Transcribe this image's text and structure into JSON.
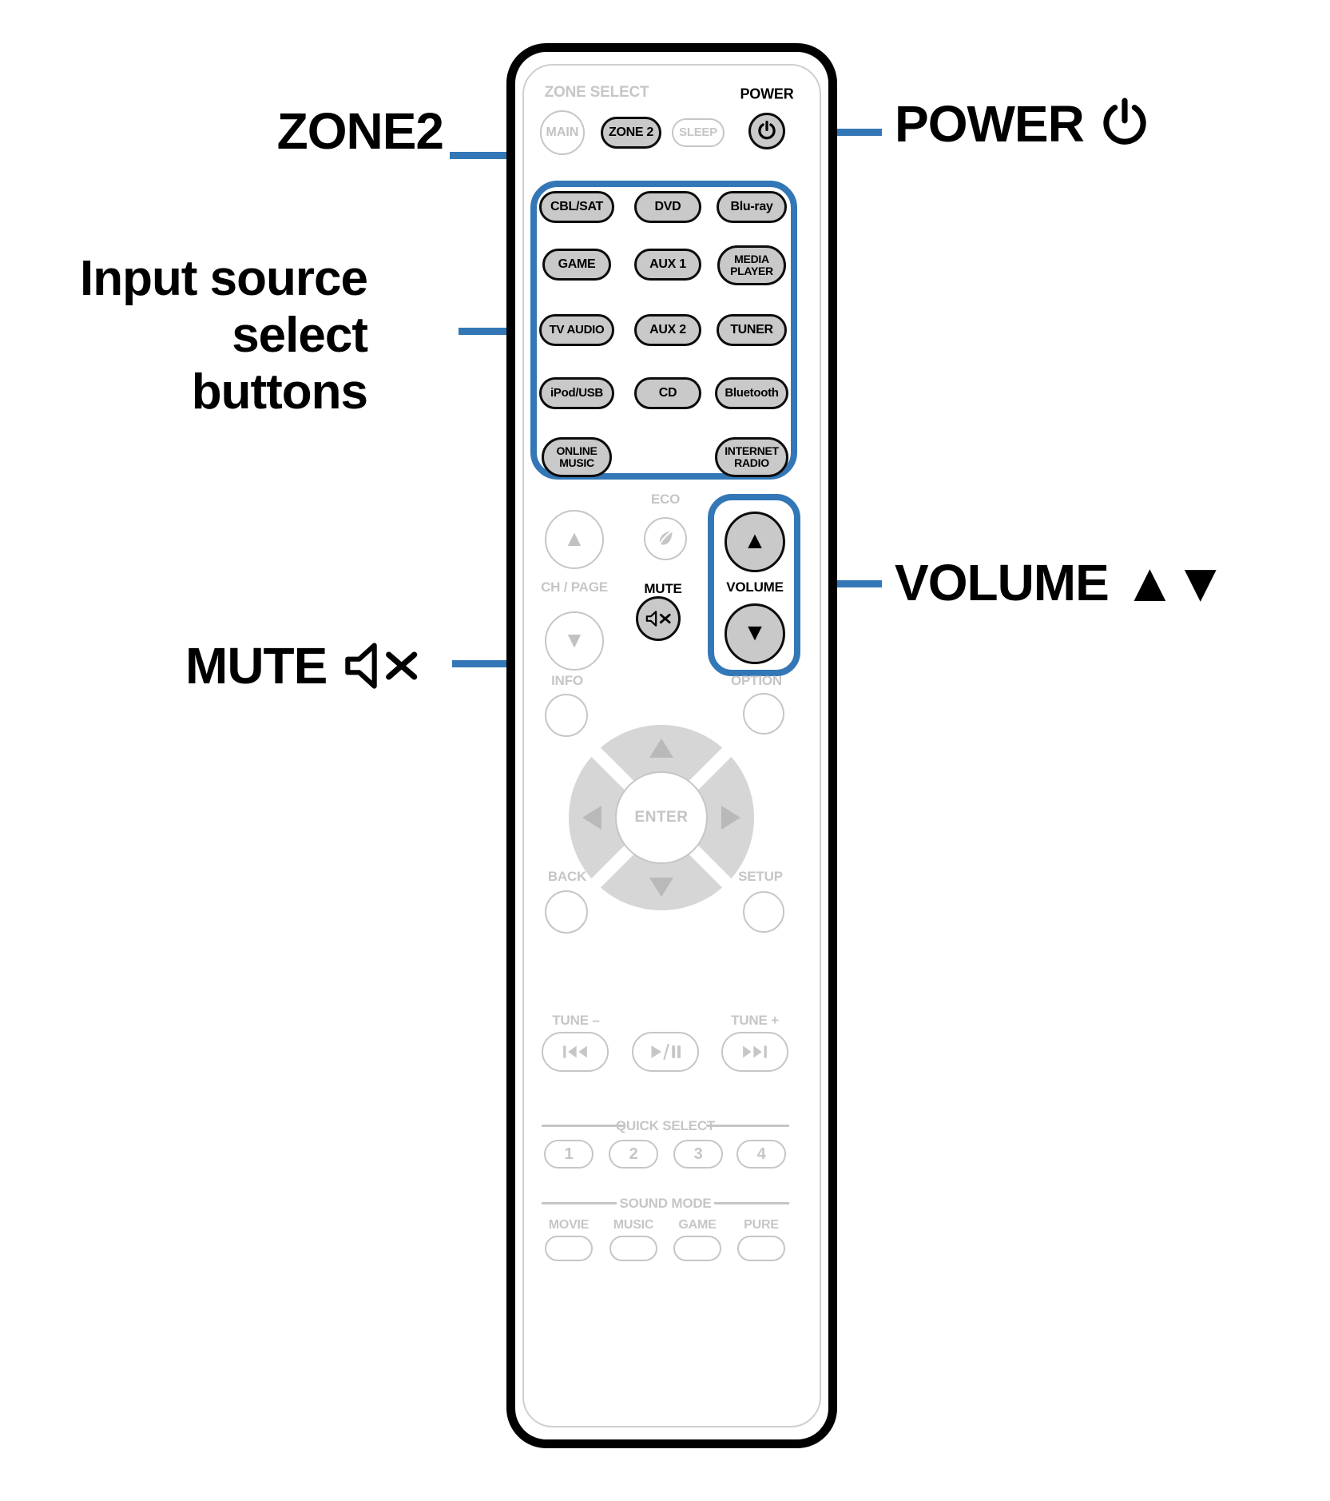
{
  "colors": {
    "accent": "#3377b6",
    "button_fill": "#c9c9c9",
    "button_outline": "#0c0c0c",
    "disabled": "#c6c6c6",
    "dpad_fill": "#d6d6d6",
    "dpad_arrow": "#b9b9b9"
  },
  "glyphs": {
    "up": "▲",
    "down": "▼",
    "volume_arrows": "▲▼"
  },
  "callouts": {
    "zone2": "ZONE2",
    "power": "POWER",
    "input_source": {
      "line1": "Input source",
      "line2": "select",
      "line3": "buttons"
    },
    "mute": "MUTE",
    "volume": "VOLUME"
  },
  "remote": {
    "zone_select": {
      "title": "ZONE SELECT",
      "main": "MAIN",
      "zone2": "ZONE 2",
      "sleep": "SLEEP"
    },
    "power_label": "POWER",
    "sources": {
      "cbl_sat": "CBL/SAT",
      "dvd": "DVD",
      "blu_ray": "Blu-ray",
      "game": "GAME",
      "aux1": "AUX 1",
      "media_player": "MEDIA\nPLAYER",
      "tv_audio": "TV AUDIO",
      "aux2": "AUX 2",
      "tuner": "TUNER",
      "ipod_usb": "iPod/USB",
      "cd": "CD",
      "bluetooth": "Bluetooth",
      "online_music": "ONLINE\nMUSIC",
      "internet_radio": "INTERNET\nRADIO"
    },
    "eco": "ECO",
    "ch_page": "CH / PAGE",
    "mute": "MUTE",
    "volume": "VOLUME",
    "info": "INFO",
    "option": "OPTION",
    "enter": "ENTER",
    "back": "BACK",
    "setup": "SETUP",
    "tune_minus": "TUNE –",
    "tune_plus": "TUNE +",
    "quick_select": {
      "title": "QUICK SELECT",
      "b1": "1",
      "b2": "2",
      "b3": "3",
      "b4": "4"
    },
    "sound_mode": {
      "title": "SOUND MODE",
      "movie": "MOVIE",
      "music": "MUSIC",
      "game": "GAME",
      "pure": "PURE"
    }
  }
}
